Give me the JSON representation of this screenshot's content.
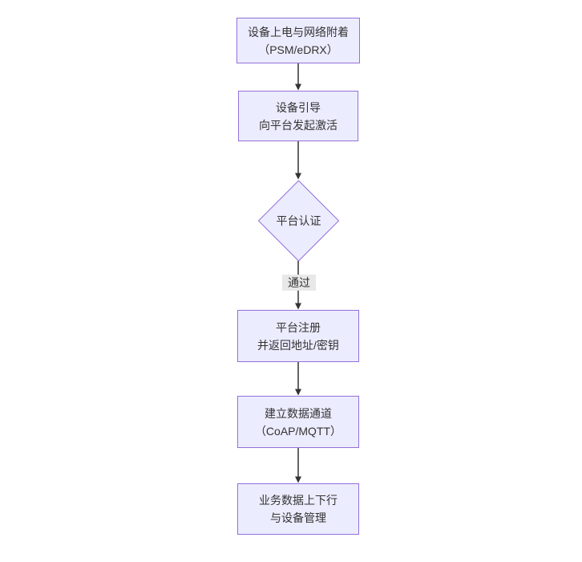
{
  "diagram": {
    "type": "flowchart",
    "direction": "top-down",
    "nodes": [
      {
        "id": "power-attach",
        "shape": "rect",
        "lines": [
          "设备上电与网络附着",
          "（PSM/eDRX）"
        ]
      },
      {
        "id": "bootstrap",
        "shape": "rect",
        "lines": [
          "设备引导",
          "向平台发起激活"
        ]
      },
      {
        "id": "platform-auth",
        "shape": "diamond",
        "lines": [
          "平台认证"
        ]
      },
      {
        "id": "register",
        "shape": "rect",
        "lines": [
          "平台注册",
          "并返回地址/密钥"
        ]
      },
      {
        "id": "data-channel",
        "shape": "rect",
        "lines": [
          "建立数据通道",
          "（CoAP/MQTT）"
        ]
      },
      {
        "id": "business-data",
        "shape": "rect",
        "lines": [
          "业务数据上下行",
          "与设备管理"
        ]
      }
    ],
    "edges": [
      {
        "from": "power-attach",
        "to": "bootstrap",
        "label": ""
      },
      {
        "from": "bootstrap",
        "to": "platform-auth",
        "label": ""
      },
      {
        "from": "platform-auth",
        "to": "register",
        "label": "通过"
      },
      {
        "from": "register",
        "to": "data-channel",
        "label": ""
      },
      {
        "from": "data-channel",
        "to": "business-data",
        "label": ""
      }
    ],
    "colors": {
      "node_fill": "#ECECFF",
      "node_border": "#9370DB",
      "text": "#333333",
      "arrow": "#333333",
      "edge_label_bg": "#e8e8e8"
    }
  }
}
